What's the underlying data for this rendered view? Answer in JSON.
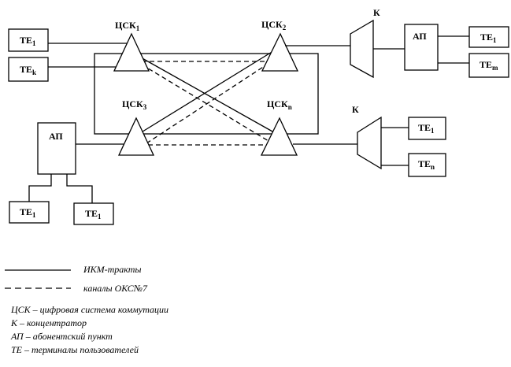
{
  "nodes": {
    "csk1": {
      "main": "ЦСК",
      "sub": "1"
    },
    "csk2": {
      "main": "ЦСК",
      "sub": "2"
    },
    "csk3": {
      "main": "ЦСК",
      "sub": "3"
    },
    "cskn": {
      "main": "ЦСК",
      "sub": "n"
    },
    "conc_top": "К",
    "conc_right": "К",
    "ap_top": "АП",
    "ap_left": "АП",
    "te_1_a": {
      "main": "ТЕ",
      "sub": "1"
    },
    "te_k": {
      "main": "ТЕ",
      "sub": "k"
    },
    "te_1_b": {
      "main": "ТЕ",
      "sub": "1"
    },
    "te_m": {
      "main": "ТЕ",
      "sub": "m"
    },
    "te_1_c": {
      "main": "ТЕ",
      "sub": "1"
    },
    "te_n": {
      "main": "ТЕ",
      "sub": "n"
    },
    "te_1_d": {
      "main": "ТЕ",
      "sub": "1"
    },
    "te_1_e": {
      "main": "ТЕ",
      "sub": "1"
    }
  },
  "legend": {
    "ikm": "ИКМ-тракты",
    "oks": "каналы ОКС№7",
    "def_csk": "ЦСК – цифровая система коммутации",
    "def_k": "К – концентратор",
    "def_ap": "АП – абонентский пункт",
    "def_te": "ТЕ – терминалы пользователей"
  }
}
